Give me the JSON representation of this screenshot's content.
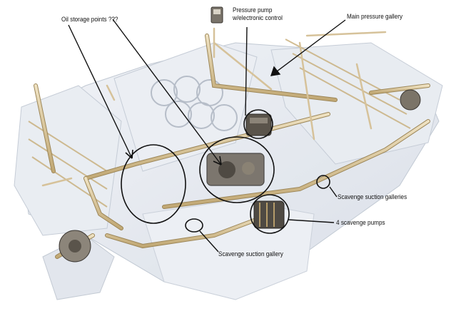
{
  "annotations": {
    "oil_storage": "Oil storage points ???",
    "pressure_pump_line1": "Pressure pump",
    "pressure_pump_line2": "w/electronic control",
    "main_gallery": "Main pressure gallery",
    "scavenge_galleries": "Scavenge suction galleries",
    "scavenge_pumps": "4 scavenge pumps",
    "scavenge_gallery": "Scavenge suction gallery"
  },
  "colors": {
    "background": "#ffffff",
    "engine_ghost": "#dfe4ec",
    "engine_edge": "#b7c0cc",
    "pipe": "#d6c29a",
    "pipe_edge": "#9c8658",
    "pump_dark": "#4f4a43",
    "annotation_ink": "#111111"
  },
  "icons": [
    "pressure-pump-icon",
    "scavenge-pump-icon",
    "pressure-gauge-icon"
  ]
}
